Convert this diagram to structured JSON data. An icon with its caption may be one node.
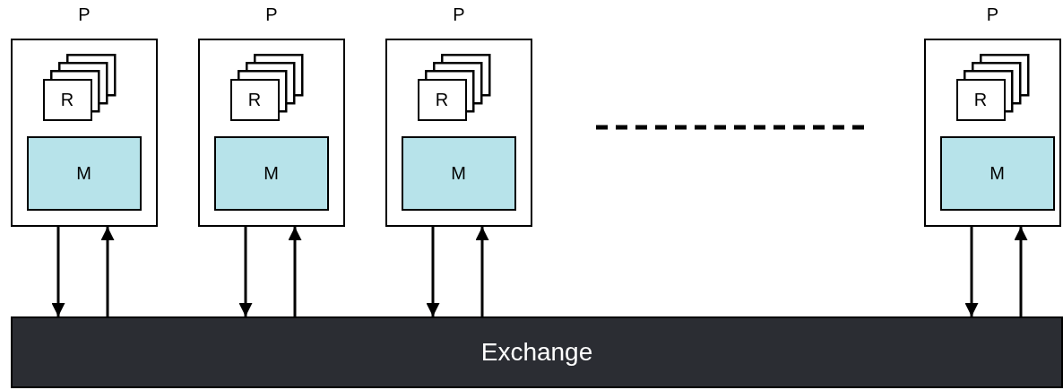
{
  "diagram": {
    "nodes": [
      {
        "text": [
          "P"
        ]
      },
      {
        "text": [
          "R"
        ],
        "in": 0
      },
      {
        "text": [
          "M"
        ],
        "in": 0
      },
      {
        "text": [
          "P"
        ]
      },
      {
        "text": [
          "R"
        ],
        "in": 3
      },
      {
        "text": [
          "M"
        ],
        "in": 3
      },
      {
        "text": [
          "P"
        ]
      },
      {
        "text": [
          "R"
        ],
        "in": 6
      },
      {
        "text": [
          "M"
        ],
        "in": 6
      },
      {
        "text": [
          "P"
        ]
      },
      {
        "text": [
          "R"
        ],
        "in": 9
      },
      {
        "text": [
          "M"
        ],
        "in": 9
      },
      {
        "text": [
          "Exchange"
        ]
      }
    ],
    "edges": [
      {
        "from": 0,
        "to": 12,
        "arrow": "to"
      },
      {
        "from": 12,
        "to": 0,
        "arrow": "to"
      },
      {
        "from": 3,
        "to": 12,
        "arrow": "to"
      },
      {
        "from": 12,
        "to": 3,
        "arrow": "to"
      },
      {
        "from": 6,
        "to": 12,
        "arrow": "to"
      },
      {
        "from": 12,
        "to": 6,
        "arrow": "to"
      },
      {
        "from": 9,
        "to": 12,
        "arrow": "to"
      },
      {
        "from": 12,
        "to": 9,
        "arrow": "to"
      }
    ]
  }
}
